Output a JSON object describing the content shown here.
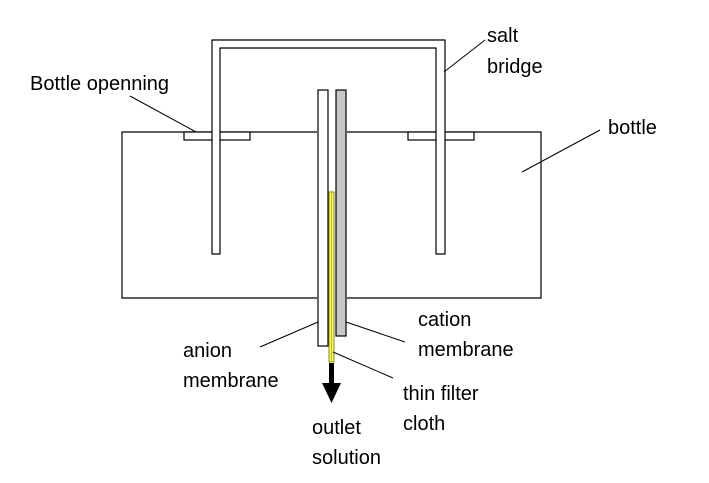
{
  "labels": {
    "salt_line1": "salt",
    "salt_line2": "bridge",
    "bottle_opening": "Bottle openning",
    "bottle": "bottle",
    "cation_line1": "cation",
    "cation_line2": "membrane",
    "anion_line1": "anion",
    "anion_line2": "membrane",
    "filter_line1": "thin filter",
    "filter_line2": "cloth",
    "outlet_line1": "outlet",
    "outlet_line2": "solution"
  },
  "colors": {
    "stroke": "#000000",
    "background": "#ffffff",
    "cation_membrane_fill": "#c8c8c8",
    "filter_cloth": "#c8c800"
  }
}
